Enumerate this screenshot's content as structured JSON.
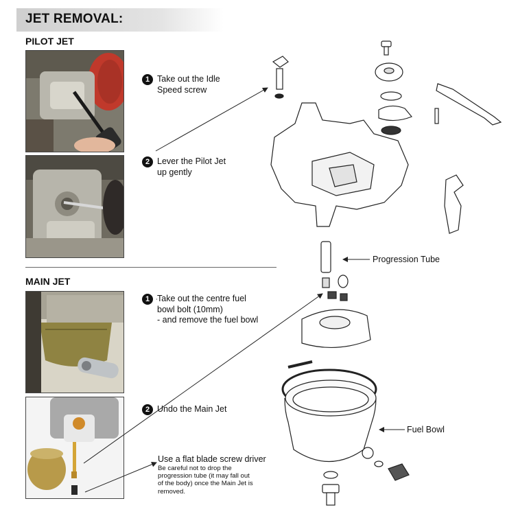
{
  "header": {
    "title": "JET REMOVAL:"
  },
  "pilot_jet": {
    "title": "PILOT JET",
    "steps": [
      {
        "number": "1",
        "text": "Take out the Idle\nSpeed screw"
      },
      {
        "number": "2",
        "text": "Lever the Pilot Jet\nup gently"
      }
    ]
  },
  "main_jet": {
    "title": "MAIN JET",
    "steps": [
      {
        "number": "1",
        "text": "Take out the centre fuel\nbowl bolt (10mm)\n- and remove the fuel bowl"
      },
      {
        "number": "2",
        "text": "Undo the Main Jet"
      }
    ],
    "note": {
      "title": "Use a flat blade screw driver",
      "body": "Be careful not to drop the\nprogression tube (it may fall out\nof the body) once the Main Jet is\nremoved."
    }
  },
  "diagram": {
    "labels": {
      "progression_tube": "Progression Tube",
      "fuel_bowl": "Fuel Bowl"
    }
  },
  "colors": {
    "header_bar": "#d9d9d9",
    "text": "#111111",
    "line": "#222222"
  }
}
